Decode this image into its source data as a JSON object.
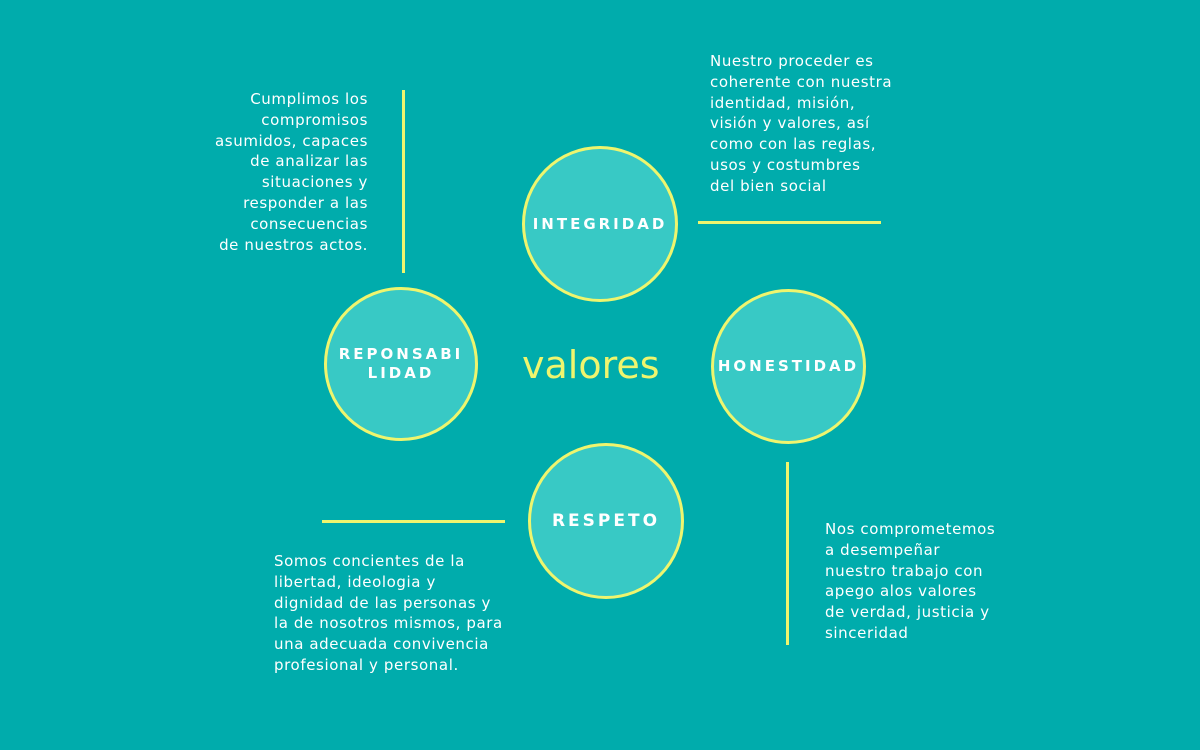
{
  "center_title": "valores",
  "colors": {
    "background": "#00acac",
    "circle_fill": "#38c9c5",
    "accent": "#eef56e",
    "text": "#ffffff"
  },
  "nodes": {
    "integridad": {
      "label": "INTEGRIDAD",
      "description": "Nuestro proceder es\ncoherente con nuestra\nidentidad, misión,\nvisión y valores, así\ncomo con las reglas,\nusos y costumbres\ndel bien social"
    },
    "responsabilidad": {
      "label": "REPONSABI\nLIDAD",
      "description": "Cumplimos los\ncompromisos\nasumidos, capaces\nde analizar las\nsituaciones y\nresponder a las\nconsecuencias\nde nuestros actos."
    },
    "honestidad": {
      "label": "HONESTIDAD",
      "description": "Nos comprometemos\na desempeñar\nnuestro trabajo con\napego alos valores\nde verdad, justicia y\nsinceridad"
    },
    "respeto": {
      "label": "RESPETO",
      "description": "Somos concientes de la\nlibertad, ideologia y\ndignidad de las personas y\nla de nosotros mismos, para\nuna adecuada convivencia\nprofesional y personal."
    }
  }
}
